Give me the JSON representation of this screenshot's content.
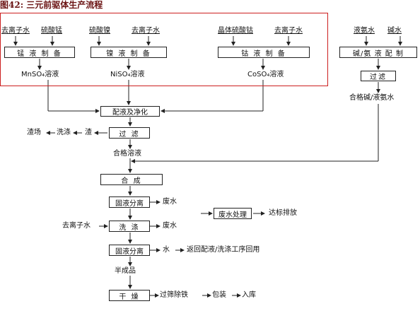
{
  "title": "图42:  三元前驱体生产流程",
  "theme": {
    "line": "#222222",
    "highlight_border": "#cc1f1f",
    "title_color": "#6b1414"
  },
  "mn": {
    "in1": "去离子水",
    "in2": "硫酸锰",
    "box": "锰 液 制 备",
    "out": "MnSO₄溶液"
  },
  "ni": {
    "in1": "硫酸镍",
    "in2": "去离子水",
    "box": "镍 液 制 备",
    "out": "NiSO₄溶液"
  },
  "co": {
    "in1": "晶体硫酸钴",
    "in2": "去离子水",
    "box": "钴 液 制 备",
    "out": "CoSO₄溶液"
  },
  "alk": {
    "in1": "液氨水",
    "in2": "碱水",
    "box": "碱/氨 液 配 制",
    "filter": "过滤",
    "out": "合格碱/液氨水"
  },
  "main": {
    "mix": "配液及净化",
    "filter": "过 滤",
    "filter_residue": "渣",
    "filter_wash": "洗涤",
    "filter_dump": "渣场",
    "qualified": "合格溶液",
    "synth": "合  成",
    "sep1": "固液分离",
    "sep1_out": "废水",
    "wash_in": "去离子水",
    "wash": "洗 涤",
    "wash_out": "废水",
    "ww_box": "废水处理",
    "ww_out": "达标排放",
    "sep2": "固液分离",
    "sep2_out_a": "水",
    "sep2_out_b": "返回配液/洗涤工序回用",
    "semi": "半成品",
    "dry": "干 燥",
    "dry_out_a": "过筛除铁",
    "dry_out_b": "包装",
    "dry_out_c": "入库"
  }
}
